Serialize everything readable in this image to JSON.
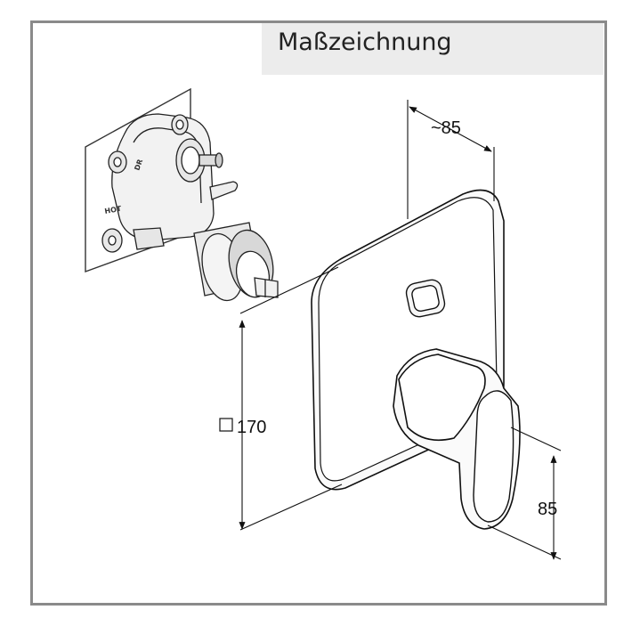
{
  "title": "Maßzeichnung",
  "dimensions": {
    "depth": "~85",
    "plate": "170",
    "lever": "85"
  },
  "valve_labels": {
    "dr": "DR",
    "hot": "HOT"
  },
  "colors": {
    "frame": "#8a8a8a",
    "title_background": "#ececec",
    "line": "#111111"
  }
}
